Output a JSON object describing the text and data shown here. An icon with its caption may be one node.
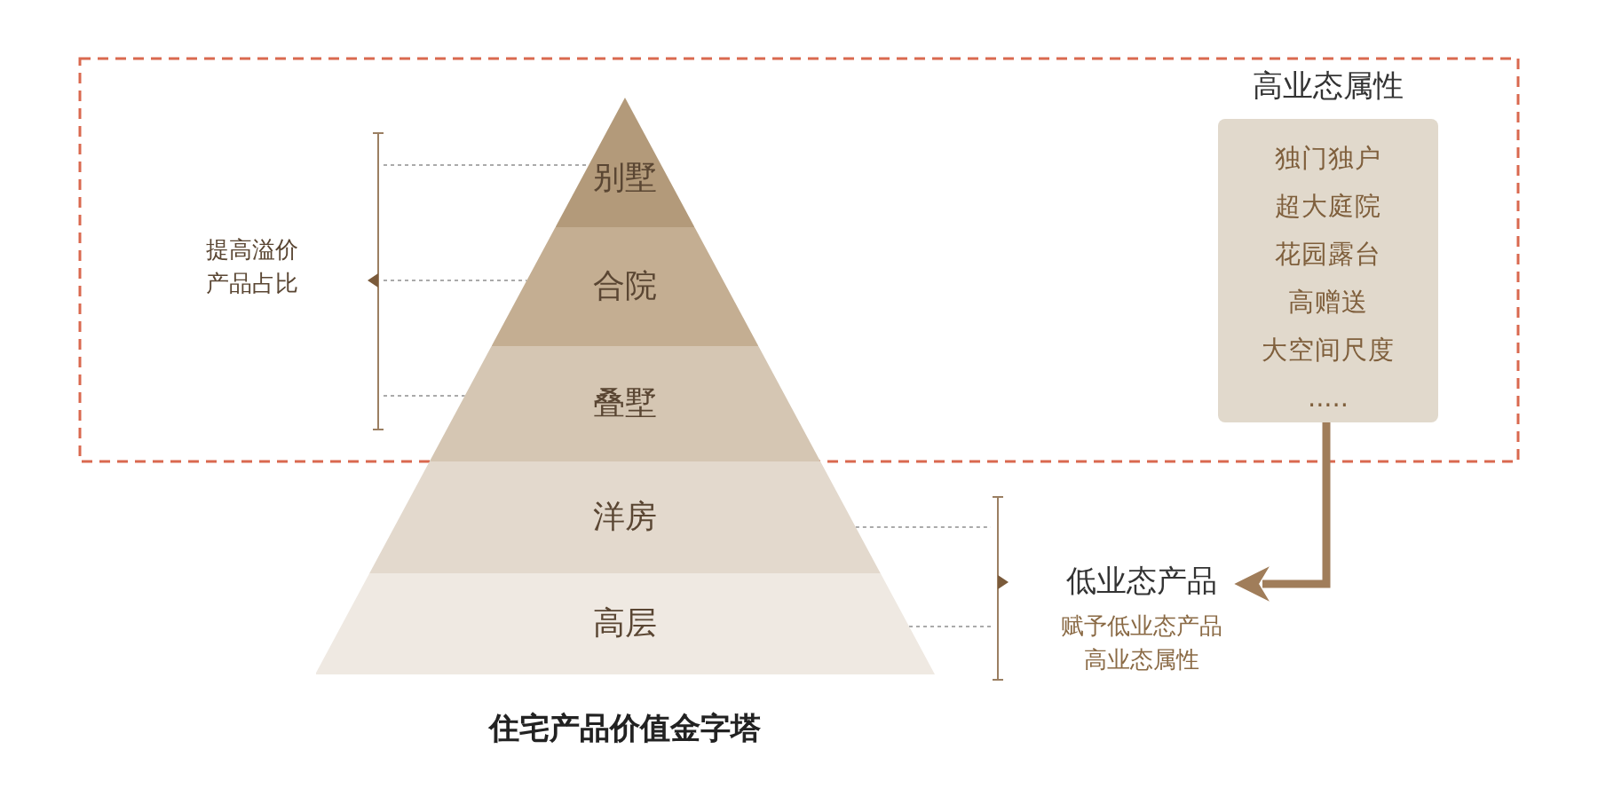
{
  "diagram": {
    "title": "住宅产品价值金字塔",
    "nodes": [
      {
        "text": [
          "别墅"
        ]
      },
      {
        "text": [
          "合院"
        ]
      },
      {
        "text": [
          "叠墅"
        ]
      },
      {
        "text": [
          "洋房"
        ]
      },
      {
        "text": [
          "高层"
        ]
      },
      {
        "text": [
          "高业态属性",
          "独门独户",
          "超大庭院",
          "花园露台",
          "高赠送",
          "大空间尺度",
          "....."
        ]
      },
      {
        "text": [
          "低业态产品"
        ],
        "beside": [
          "赋予低业态产品高业态属性"
        ]
      }
    ],
    "edges": [
      {
        "from": 5,
        "to": 6,
        "arrow": "to"
      }
    ],
    "labels": [
      "提高溢价产品占比"
    ]
  }
}
